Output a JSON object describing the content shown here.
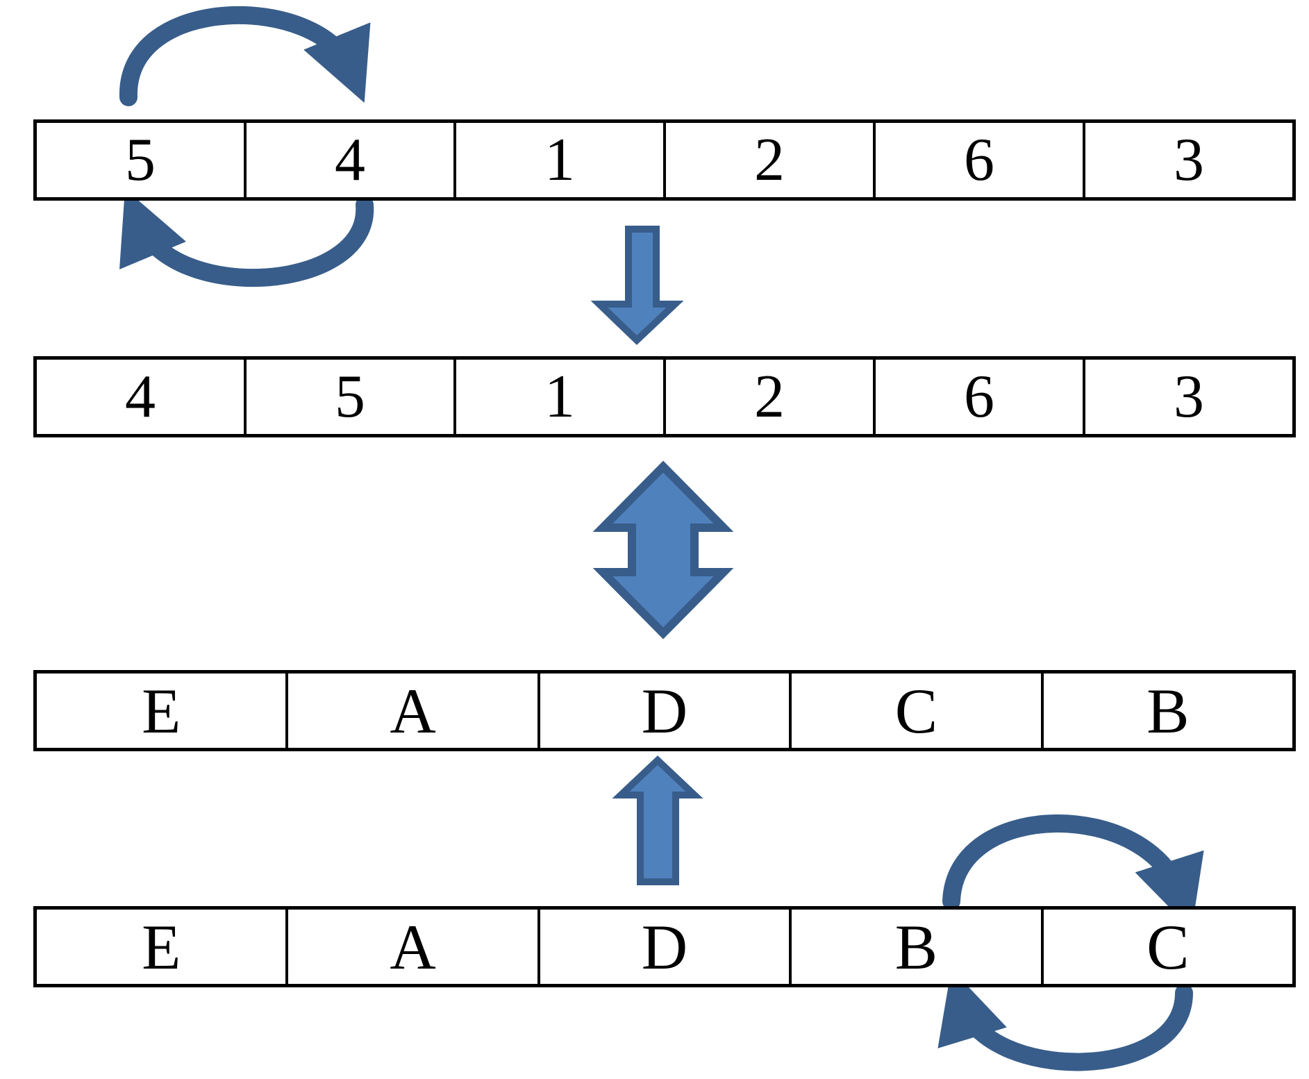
{
  "rows": [
    {
      "cells": [
        "5",
        "4",
        "1",
        "2",
        "6",
        "3"
      ]
    },
    {
      "cells": [
        "4",
        "5",
        "1",
        "2",
        "6",
        "3"
      ]
    },
    {
      "cells": [
        "E",
        "A",
        "D",
        "C",
        "B"
      ]
    },
    {
      "cells": [
        "E",
        "A",
        "D",
        "B",
        "C"
      ]
    }
  ],
  "colors": {
    "arrow_fill": "#4f81bd",
    "arrow_stroke": "#385d8a"
  }
}
